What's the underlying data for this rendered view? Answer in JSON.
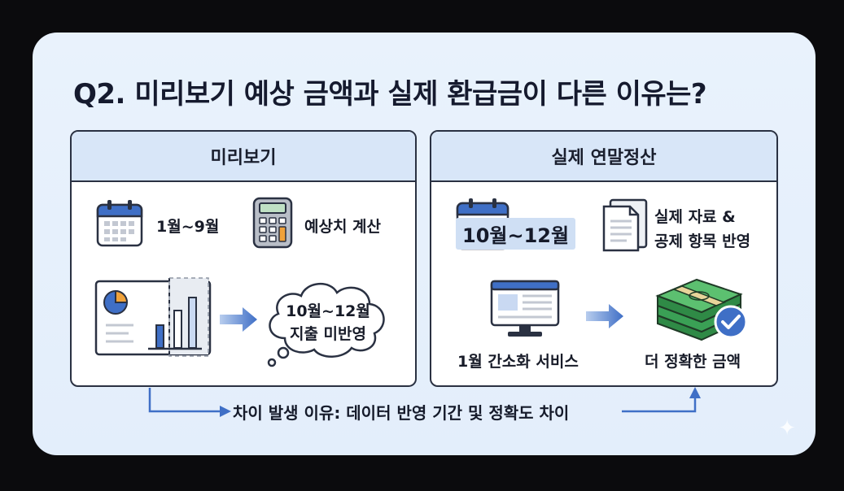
{
  "title": "Q2. 미리보기 예상 금액과 실제 환급금이 다른 이유는?",
  "left_panel": {
    "header": "미리보기",
    "period_label": "1월~9월",
    "calc_label": "예상치 계산",
    "cloud_line1": "10월~12월",
    "cloud_line2": "지출 미반영"
  },
  "right_panel": {
    "header": "실제 연말정산",
    "period_label": "10월~12월",
    "docs_line1": "실제 자료 &",
    "docs_line2": "공제 항목 반영",
    "service_label": "1월 간소화 서비스",
    "result_label": "더 정확한 금액"
  },
  "footer": {
    "text": "차이 발생 이유: 데이터 반영 기간 및 정확도 차이"
  },
  "icons": {
    "calendar": "calendar-icon",
    "calculator": "calculator-icon",
    "dashboard": "dashboard-chart-icon",
    "arrow": "arrow-right-icon",
    "cloud": "thought-cloud-icon",
    "document": "document-icon",
    "monitor": "monitor-icon",
    "money": "money-stack-icon",
    "check": "check-badge-icon"
  },
  "colors": {
    "accent_blue": "#3f6fc6",
    "panel_head": "#d8e6f8",
    "money_green": "#2f8a46"
  }
}
